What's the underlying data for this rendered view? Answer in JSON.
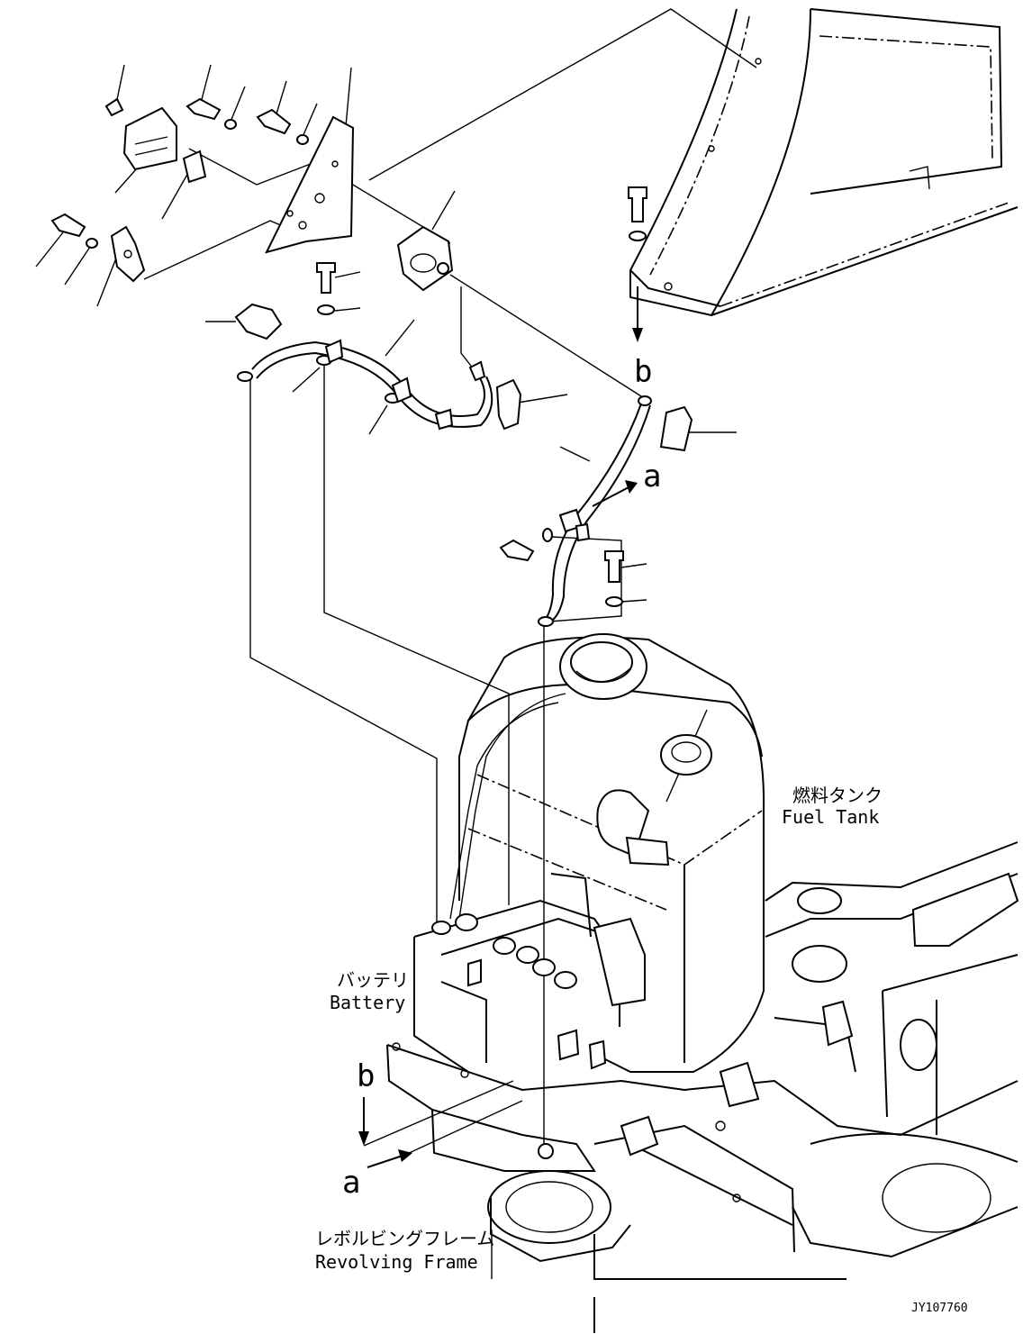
{
  "labels": {
    "fuel_tank_jp": "燃料タンク",
    "fuel_tank_en": "Fuel Tank",
    "battery_jp": "バッテリ",
    "battery_en": "Battery",
    "frame_jp": "レボルビングフレーム",
    "frame_en": "Revolving Frame",
    "view_a_arrow_label": "a",
    "view_b_arrow_label": "b",
    "view_a_detail_label": "a",
    "view_b_detail_label": "b",
    "drawing_number": "JY107760"
  }
}
